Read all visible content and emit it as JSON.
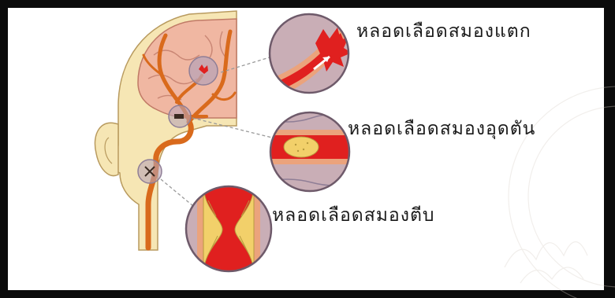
{
  "labels": {
    "rupture": "หลอดเลือดสมองแตก",
    "blockage": "หลอดเลือดสมองอุดตัน",
    "narrowing": "หลอดเลือดสมองตีบ"
  },
  "colors": {
    "frame": "#0b0b0b",
    "skin": "#f6e6b4",
    "brain": "#f0b7a2",
    "artery": "#d96a1c",
    "blood": "#e0201f",
    "vessel_wall": "#eba37c",
    "circle_bg": "#c9aeb6",
    "plaque": "#f2d06a"
  }
}
